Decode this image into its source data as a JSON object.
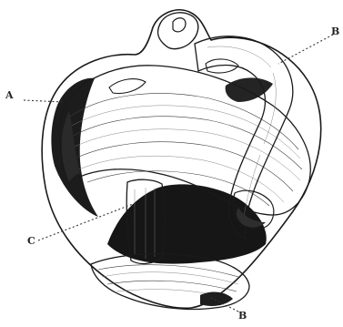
{
  "figure": {
    "labels": {
      "a": "A",
      "b_top": "B",
      "c": "C",
      "b_bottom": "B"
    }
  }
}
